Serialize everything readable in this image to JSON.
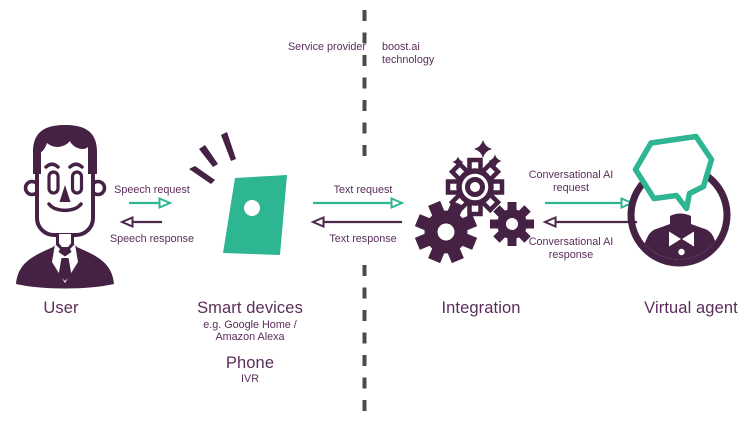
{
  "colors": {
    "green": "#2EB592",
    "icon_purple": "#452144",
    "arrow_purple": "#4E274A",
    "text_purple": "#5B2D5B",
    "divider_gray": "#4B4B4B"
  },
  "divider": {
    "left_label": "Service provider",
    "right_label": "boost.ai technology"
  },
  "flows": {
    "speech_request": "Speech request",
    "speech_response": "Speech response",
    "text_request": "Text request",
    "text_response": "Text response",
    "conv_request": "Conversational AI request",
    "conv_response": "Conversational AI response"
  },
  "entities": {
    "user": {
      "label": "User"
    },
    "smart_devices": {
      "label": "Smart devices",
      "sub1": "e.g. Google Home /",
      "sub2": "Amazon Alexa",
      "alt_label": "Phone",
      "alt_sub": "IVR"
    },
    "integration": {
      "label": "Integration"
    },
    "virtual_agent": {
      "label": "Virtual agent"
    }
  }
}
